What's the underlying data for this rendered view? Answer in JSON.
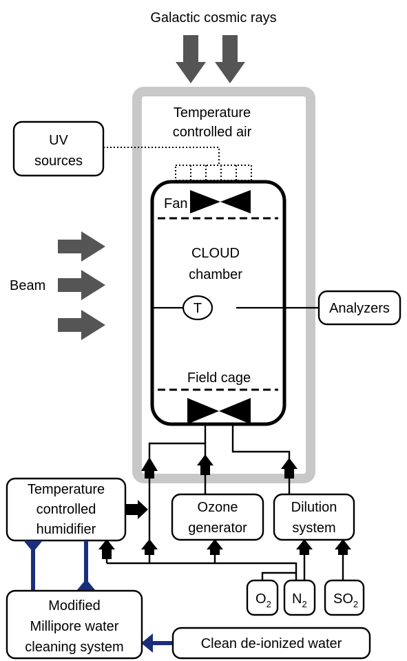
{
  "diagram": {
    "top_label": "Galactic cosmic rays",
    "temp_air": [
      "Temperature",
      "controlled air"
    ],
    "uv": [
      "UV",
      "sources"
    ],
    "fan": "Fan",
    "chamber": [
      "CLOUD",
      "chamber"
    ],
    "beam": "Beam",
    "thermometer": "T",
    "analyzers": "Analyzers",
    "field_cage": "Field cage",
    "humidifier": [
      "Temperature",
      "controlled",
      "humidifier"
    ],
    "ozone": [
      "Ozone",
      "generator"
    ],
    "dilution": [
      "Dilution",
      "system"
    ],
    "gas_o2": {
      "base": "O",
      "sub": "2"
    },
    "gas_n2": {
      "base": "N",
      "sub": "2"
    },
    "gas_so2": {
      "base": "SO",
      "sub": "2"
    },
    "millipore": [
      "Modified",
      "Millipore water",
      "cleaning system"
    ],
    "clean_water": "Clean de-ionized water",
    "colors": {
      "gray_frame": "#c8c8c8",
      "gray_arrow": "#555555",
      "blue_pipe": "#1a2f7a"
    }
  }
}
